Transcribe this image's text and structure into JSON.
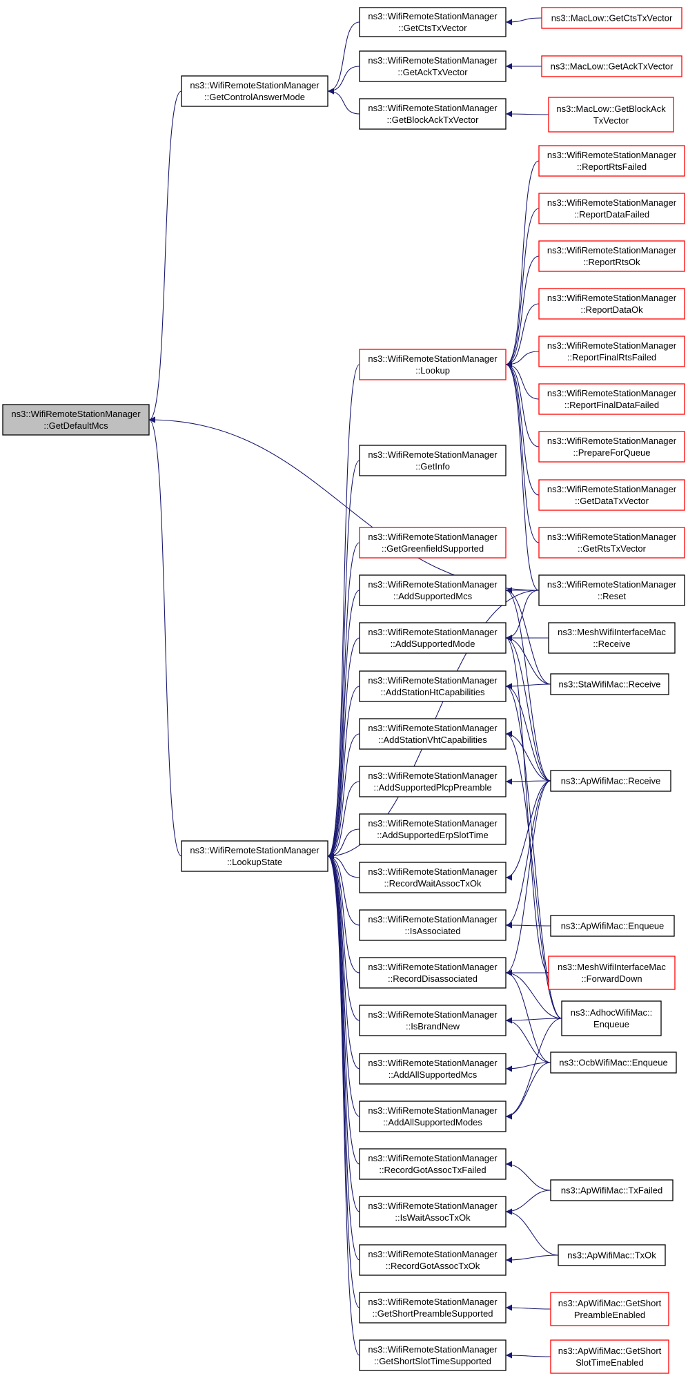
{
  "colors": {
    "edge": "#191970",
    "border_normal": "#000000",
    "border_red": "#ff0000",
    "fill_normal": "#ffffff",
    "fill_focus": "#bfbfbf"
  },
  "nodes": [
    {
      "id": "getdefaultmcs",
      "lines": [
        "ns3::WifiRemoteStationManager",
        "::GetDefaultMcs"
      ],
      "style": "focus"
    },
    {
      "id": "getcontrolanswermode",
      "lines": [
        "ns3::WifiRemoteStationManager",
        "::GetControlAnswerMode"
      ],
      "style": "normal"
    },
    {
      "id": "lookupstate",
      "lines": [
        "ns3::WifiRemoteStationManager",
        "::LookupState"
      ],
      "style": "normal"
    },
    {
      "id": "getctstxvector",
      "lines": [
        "ns3::WifiRemoteStationManager",
        "::GetCtsTxVector"
      ],
      "style": "normal"
    },
    {
      "id": "getacktxvector",
      "lines": [
        "ns3::WifiRemoteStationManager",
        "::GetAckTxVector"
      ],
      "style": "normal"
    },
    {
      "id": "getblockacktxvector",
      "lines": [
        "ns3::WifiRemoteStationManager",
        "::GetBlockAckTxVector"
      ],
      "style": "normal"
    },
    {
      "id": "maclow-cts",
      "lines": [
        "ns3::MacLow::GetCtsTxVector"
      ],
      "style": "red"
    },
    {
      "id": "maclow-ack",
      "lines": [
        "ns3::MacLow::GetAckTxVector"
      ],
      "style": "red"
    },
    {
      "id": "maclow-blockack",
      "lines": [
        "ns3::MacLow::GetBlockAck",
        "TxVector"
      ],
      "style": "red"
    },
    {
      "id": "lookup",
      "lines": [
        "ns3::WifiRemoteStationManager",
        "::Lookup"
      ],
      "style": "red"
    },
    {
      "id": "reportrtsfailed",
      "lines": [
        "ns3::WifiRemoteStationManager",
        "::ReportRtsFailed"
      ],
      "style": "red"
    },
    {
      "id": "reportdatafailed",
      "lines": [
        "ns3::WifiRemoteStationManager",
        "::ReportDataFailed"
      ],
      "style": "red"
    },
    {
      "id": "reportrtsok",
      "lines": [
        "ns3::WifiRemoteStationManager",
        "::ReportRtsOk"
      ],
      "style": "red"
    },
    {
      "id": "reportdataok",
      "lines": [
        "ns3::WifiRemoteStationManager",
        "::ReportDataOk"
      ],
      "style": "red"
    },
    {
      "id": "reportfinalrtsfailed",
      "lines": [
        "ns3::WifiRemoteStationManager",
        "::ReportFinalRtsFailed"
      ],
      "style": "red"
    },
    {
      "id": "reportfinaldatafailed",
      "lines": [
        "ns3::WifiRemoteStationManager",
        "::ReportFinalDataFailed"
      ],
      "style": "red"
    },
    {
      "id": "prepareforqueue",
      "lines": [
        "ns3::WifiRemoteStationManager",
        "::PrepareForQueue"
      ],
      "style": "red"
    },
    {
      "id": "getdatatxvector",
      "lines": [
        "ns3::WifiRemoteStationManager",
        "::GetDataTxVector"
      ],
      "style": "red"
    },
    {
      "id": "getrtstxvector",
      "lines": [
        "ns3::WifiRemoteStationManager",
        "::GetRtsTxVector"
      ],
      "style": "red"
    },
    {
      "id": "reset",
      "lines": [
        "ns3::WifiRemoteStationManager",
        "::Reset"
      ],
      "style": "normal"
    },
    {
      "id": "getinfo",
      "lines": [
        "ns3::WifiRemoteStationManager",
        "::GetInfo"
      ],
      "style": "normal"
    },
    {
      "id": "getgreenfieldsupported",
      "lines": [
        "ns3::WifiRemoteStationManager",
        "::GetGreenfieldSupported"
      ],
      "style": "red"
    },
    {
      "id": "addsupportedmcs",
      "lines": [
        "ns3::WifiRemoteStationManager",
        "::AddSupportedMcs"
      ],
      "style": "normal"
    },
    {
      "id": "addsupportedmode",
      "lines": [
        "ns3::WifiRemoteStationManager",
        "::AddSupportedMode"
      ],
      "style": "normal"
    },
    {
      "id": "addstationhtcapabilities",
      "lines": [
        "ns3::WifiRemoteStationManager",
        "::AddStationHtCapabilities"
      ],
      "style": "normal"
    },
    {
      "id": "addstationvhtcapabilities",
      "lines": [
        "ns3::WifiRemoteStationManager",
        "::AddStationVhtCapabilities"
      ],
      "style": "normal"
    },
    {
      "id": "addsupportedplcppreamble",
      "lines": [
        "ns3::WifiRemoteStationManager",
        "::AddSupportedPlcpPreamble"
      ],
      "style": "normal"
    },
    {
      "id": "addsupportederpslottime",
      "lines": [
        "ns3::WifiRemoteStationManager",
        "::AddSupportedErpSlotTime"
      ],
      "style": "normal"
    },
    {
      "id": "recordwaitassoctxok",
      "lines": [
        "ns3::WifiRemoteStationManager",
        "::RecordWaitAssocTxOk"
      ],
      "style": "normal"
    },
    {
      "id": "isassociated",
      "lines": [
        "ns3::WifiRemoteStationManager",
        "::IsAssociated"
      ],
      "style": "normal"
    },
    {
      "id": "recorddisassociated",
      "lines": [
        "ns3::WifiRemoteStationManager",
        "::RecordDisassociated"
      ],
      "style": "normal"
    },
    {
      "id": "isbrandnew",
      "lines": [
        "ns3::WifiRemoteStationManager",
        "::IsBrandNew"
      ],
      "style": "normal"
    },
    {
      "id": "addallsupportedmcs",
      "lines": [
        "ns3::WifiRemoteStationManager",
        "::AddAllSupportedMcs"
      ],
      "style": "normal"
    },
    {
      "id": "addallsupportedmodes",
      "lines": [
        "ns3::WifiRemoteStationManager",
        "::AddAllSupportedModes"
      ],
      "style": "normal"
    },
    {
      "id": "recordgotassoctxfailed",
      "lines": [
        "ns3::WifiRemoteStationManager",
        "::RecordGotAssocTxFailed"
      ],
      "style": "normal"
    },
    {
      "id": "iswaitassoctxok",
      "lines": [
        "ns3::WifiRemoteStationManager",
        "::IsWaitAssocTxOk"
      ],
      "style": "normal"
    },
    {
      "id": "recordgotassoctxok",
      "lines": [
        "ns3::WifiRemoteStationManager",
        "::RecordGotAssocTxOk"
      ],
      "style": "normal"
    },
    {
      "id": "getshortpreamblesupported",
      "lines": [
        "ns3::WifiRemoteStationManager",
        "::GetShortPreambleSupported"
      ],
      "style": "normal"
    },
    {
      "id": "getshortslottimesupported",
      "lines": [
        "ns3::WifiRemoteStationManager",
        "::GetShortSlotTimeSupported"
      ],
      "style": "normal"
    },
    {
      "id": "meshwifiinterfacemac-receive",
      "lines": [
        "ns3::MeshWifiInterfaceMac",
        "::Receive"
      ],
      "style": "normal"
    },
    {
      "id": "stawifimac-receive",
      "lines": [
        "ns3::StaWifiMac::Receive"
      ],
      "style": "normal"
    },
    {
      "id": "apwifimac-receive",
      "lines": [
        "ns3::ApWifiMac::Receive"
      ],
      "style": "normal"
    },
    {
      "id": "apwifimac-enqueue",
      "lines": [
        "ns3::ApWifiMac::Enqueue"
      ],
      "style": "normal"
    },
    {
      "id": "meshwifiinterfacemac-forwarddown",
      "lines": [
        "ns3::MeshWifiInterfaceMac",
        "::ForwardDown"
      ],
      "style": "red"
    },
    {
      "id": "adhocwifimac-enqueue",
      "lines": [
        "ns3::AdhocWifiMac::",
        "Enqueue"
      ],
      "style": "normal"
    },
    {
      "id": "ocbwifimac-enqueue",
      "lines": [
        "ns3::OcbWifiMac::Enqueue"
      ],
      "style": "normal"
    },
    {
      "id": "apwifimac-txfailed",
      "lines": [
        "ns3::ApWifiMac::TxFailed"
      ],
      "style": "normal"
    },
    {
      "id": "apwifimac-txok",
      "lines": [
        "ns3::ApWifiMac::TxOk"
      ],
      "style": "normal"
    },
    {
      "id": "apwifimac-getshortpreambleenabled",
      "lines": [
        "ns3::ApWifiMac::GetShort",
        "PreambleEnabled"
      ],
      "style": "red"
    },
    {
      "id": "apwifimac-getshortslottimeenabled",
      "lines": [
        "ns3::ApWifiMac::GetShort",
        "SlotTimeEnabled"
      ],
      "style": "red"
    }
  ],
  "edges": [
    [
      "getcontrolanswermode",
      "getdefaultmcs"
    ],
    [
      "lookupstate",
      "getdefaultmcs"
    ],
    [
      "reset",
      "getdefaultmcs"
    ],
    [
      "getctstxvector",
      "getcontrolanswermode"
    ],
    [
      "getacktxvector",
      "getcontrolanswermode"
    ],
    [
      "getblockacktxvector",
      "getcontrolanswermode"
    ],
    [
      "maclow-cts",
      "getctstxvector"
    ],
    [
      "maclow-ack",
      "getacktxvector"
    ],
    [
      "maclow-blockack",
      "getblockacktxvector"
    ],
    [
      "lookup",
      "lookupstate"
    ],
    [
      "getinfo",
      "lookupstate"
    ],
    [
      "reset",
      "lookupstate"
    ],
    [
      "getgreenfieldsupported",
      "lookupstate"
    ],
    [
      "addsupportedmcs",
      "lookupstate"
    ],
    [
      "addsupportedmode",
      "lookupstate"
    ],
    [
      "addstationhtcapabilities",
      "lookupstate"
    ],
    [
      "addstationvhtcapabilities",
      "lookupstate"
    ],
    [
      "addsupportedplcppreamble",
      "lookupstate"
    ],
    [
      "addsupportederpslottime",
      "lookupstate"
    ],
    [
      "recordwaitassoctxok",
      "lookupstate"
    ],
    [
      "isassociated",
      "lookupstate"
    ],
    [
      "recorddisassociated",
      "lookupstate"
    ],
    [
      "isbrandnew",
      "lookupstate"
    ],
    [
      "addallsupportedmcs",
      "lookupstate"
    ],
    [
      "addallsupportedmodes",
      "lookupstate"
    ],
    [
      "recordgotassoctxfailed",
      "lookupstate"
    ],
    [
      "iswaitassoctxok",
      "lookupstate"
    ],
    [
      "recordgotassoctxok",
      "lookupstate"
    ],
    [
      "getshortpreamblesupported",
      "lookupstate"
    ],
    [
      "getshortslottimesupported",
      "lookupstate"
    ],
    [
      "reportrtsfailed",
      "lookup"
    ],
    [
      "reportdatafailed",
      "lookup"
    ],
    [
      "reportrtsok",
      "lookup"
    ],
    [
      "reportdataok",
      "lookup"
    ],
    [
      "reportfinalrtsfailed",
      "lookup"
    ],
    [
      "reportfinaldatafailed",
      "lookup"
    ],
    [
      "prepareforqueue",
      "lookup"
    ],
    [
      "getdatatxvector",
      "lookup"
    ],
    [
      "getrtstxvector",
      "lookup"
    ],
    [
      "reset",
      "lookup"
    ],
    [
      "reset",
      "addsupportedmcs"
    ],
    [
      "reset",
      "addsupportedmode"
    ],
    [
      "meshwifiinterfacemac-receive",
      "addsupportedmode"
    ],
    [
      "stawifimac-receive",
      "addsupportedmcs"
    ],
    [
      "stawifimac-receive",
      "addsupportedmode"
    ],
    [
      "stawifimac-receive",
      "addstationhtcapabilities"
    ],
    [
      "apwifimac-receive",
      "addsupportedmcs"
    ],
    [
      "apwifimac-receive",
      "addsupportedmode"
    ],
    [
      "apwifimac-receive",
      "addstationhtcapabilities"
    ],
    [
      "apwifimac-receive",
      "addstationvhtcapabilities"
    ],
    [
      "apwifimac-receive",
      "addsupportedplcppreamble"
    ],
    [
      "apwifimac-receive",
      "recordwaitassoctxok"
    ],
    [
      "apwifimac-receive",
      "isassociated"
    ],
    [
      "apwifimac-receive",
      "recorddisassociated"
    ],
    [
      "apwifimac-enqueue",
      "isassociated"
    ],
    [
      "meshwifiinterfacemac-forwarddown",
      "recorddisassociated"
    ],
    [
      "meshwifiinterfacemac-forwarddown",
      "addsupportedmode"
    ],
    [
      "adhocwifimac-enqueue",
      "isbrandnew"
    ],
    [
      "adhocwifimac-enqueue",
      "addallsupportedmodes"
    ],
    [
      "adhocwifimac-enqueue",
      "addstationhtcapabilities"
    ],
    [
      "adhocwifimac-enqueue",
      "addstationvhtcapabilities"
    ],
    [
      "adhocwifimac-enqueue",
      "recorddisassociated"
    ],
    [
      "ocbwifimac-enqueue",
      "isbrandnew"
    ],
    [
      "ocbwifimac-enqueue",
      "addallsupportedmcs"
    ],
    [
      "ocbwifimac-enqueue",
      "addallsupportedmodes"
    ],
    [
      "ocbwifimac-enqueue",
      "recorddisassociated"
    ],
    [
      "apwifimac-txfailed",
      "recordgotassoctxfailed"
    ],
    [
      "apwifimac-txfailed",
      "iswaitassoctxok"
    ],
    [
      "apwifimac-txok",
      "iswaitassoctxok"
    ],
    [
      "apwifimac-txok",
      "recordgotassoctxok"
    ],
    [
      "apwifimac-getshortpreambleenabled",
      "getshortpreamblesupported"
    ],
    [
      "apwifimac-getshortslottimeenabled",
      "getshortslottimesupported"
    ]
  ]
}
